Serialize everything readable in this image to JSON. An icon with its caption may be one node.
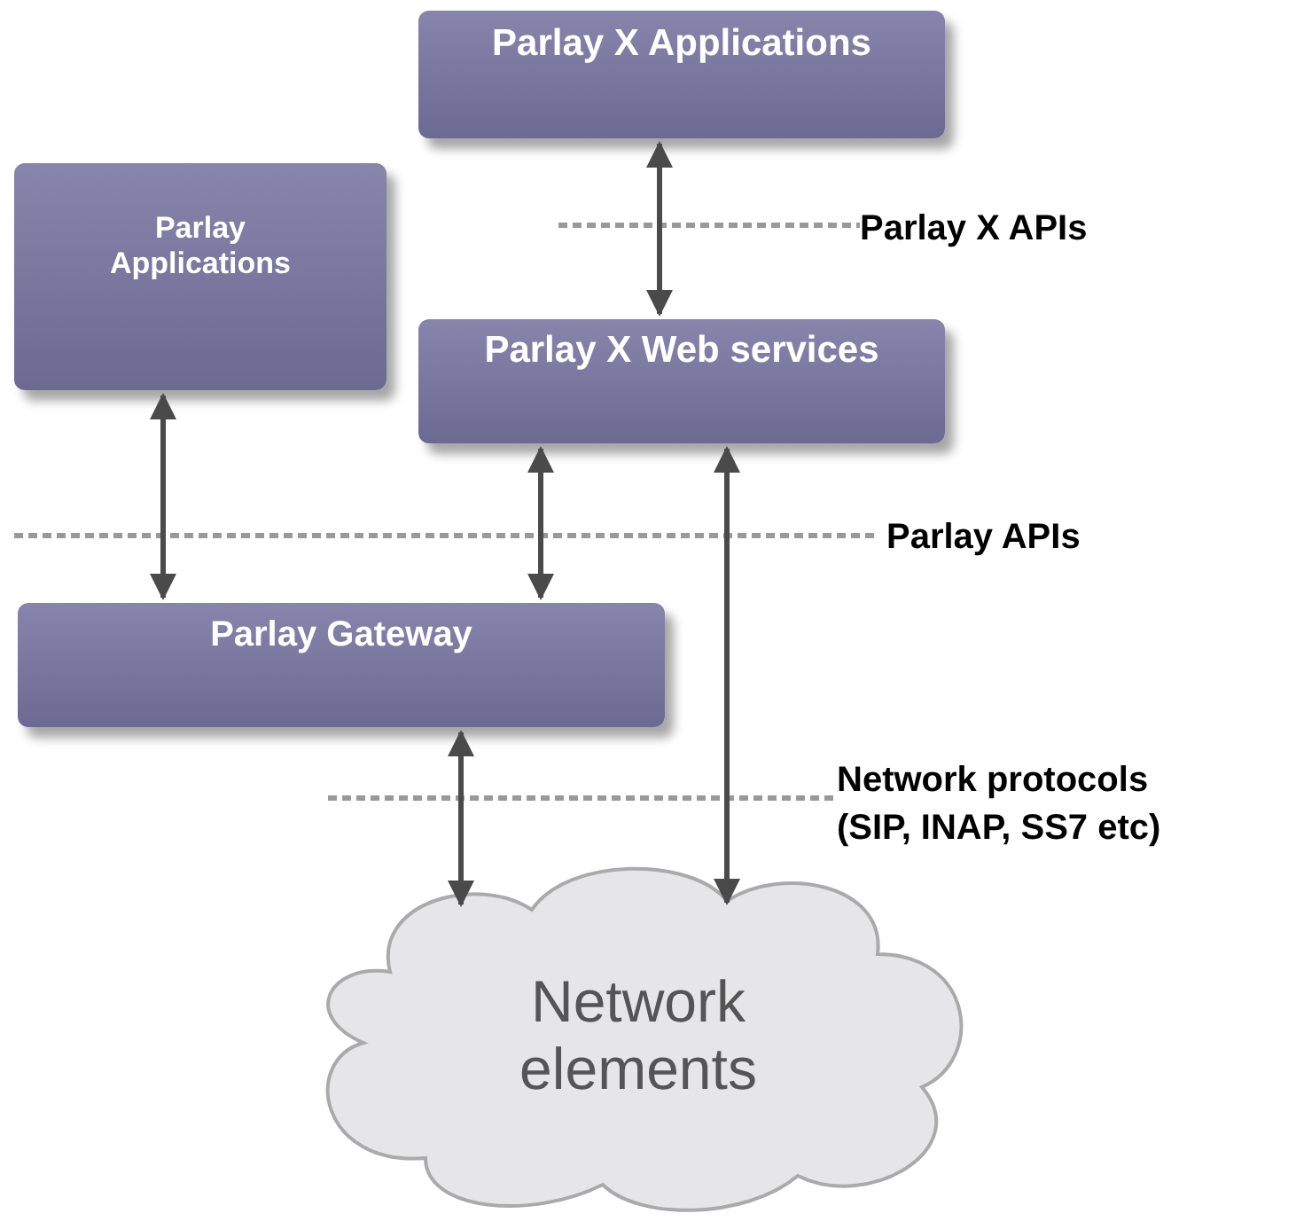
{
  "diagram": {
    "nodes": [
      {
        "text": [
          "Parlay X Applications"
        ]
      },
      {
        "text": [
          "Parlay Applications"
        ]
      },
      {
        "text": [
          "Parlay X Web services"
        ]
      },
      {
        "text": [
          "Parlay Gateway"
        ]
      },
      {
        "text": [
          "Network elements"
        ]
      }
    ],
    "edges": [
      {
        "from": 0,
        "to": 2,
        "arrow": "both"
      },
      {
        "from": 1,
        "to": 3,
        "arrow": "both"
      },
      {
        "from": 2,
        "to": 3,
        "arrow": "both"
      },
      {
        "from": 3,
        "to": 4,
        "arrow": "both"
      },
      {
        "from": 2,
        "to": 4,
        "arrow": "both"
      }
    ],
    "labels": [
      "Parlay X APIs",
      "Parlay APIs",
      "Network protocols (SIP, INAP, SS7 etc)"
    ]
  }
}
